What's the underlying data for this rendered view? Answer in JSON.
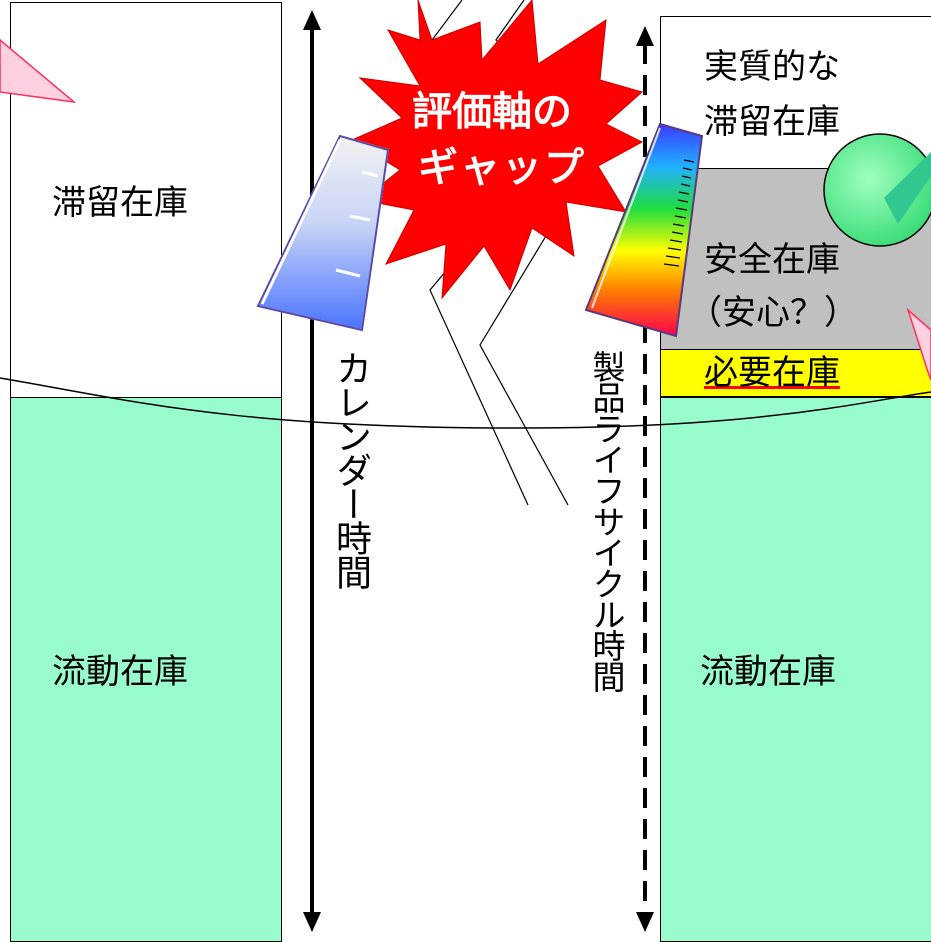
{
  "left_column": {
    "upper_label": "滞留在庫",
    "lower_label": "流動在庫"
  },
  "right_column": {
    "top_label_line1": "実質的な",
    "top_label_line2": "滞留在庫",
    "middle_label_line1": "安全在庫",
    "middle_label_line2": "（安心？）",
    "required_label": "必要在庫",
    "lower_label": "流動在庫"
  },
  "axes": {
    "calendar_time": "カレンダー時間",
    "lifecycle_time": "製品ライフサイクル時間"
  },
  "burst": {
    "line1": "評価軸の",
    "line2": "ギャップ"
  },
  "colors": {
    "flow_inventory": "#99fccc",
    "safety_stock": "#c0c0c0",
    "required_stock": "#ffff00",
    "burst_fill": "#ff0000",
    "calendar_ruler": "#5a82ff"
  },
  "icons": [
    "calendar-ruler-icon",
    "rainbow-ruler-icon",
    "gauge-icon",
    "gap-burst-icon"
  ]
}
